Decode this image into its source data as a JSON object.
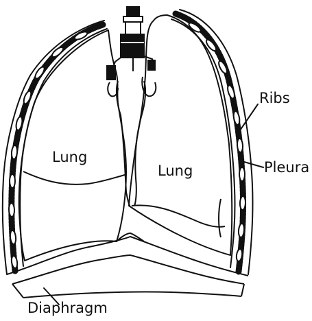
{
  "diagram": {
    "labels": {
      "lung_left": "Lung",
      "lung_right": "Lung",
      "ribs": "Ribs",
      "pleura": "Pleura",
      "diaphragm": "Diaphragm"
    },
    "colors": {
      "ink": "#111111",
      "background": "#ffffff"
    }
  }
}
